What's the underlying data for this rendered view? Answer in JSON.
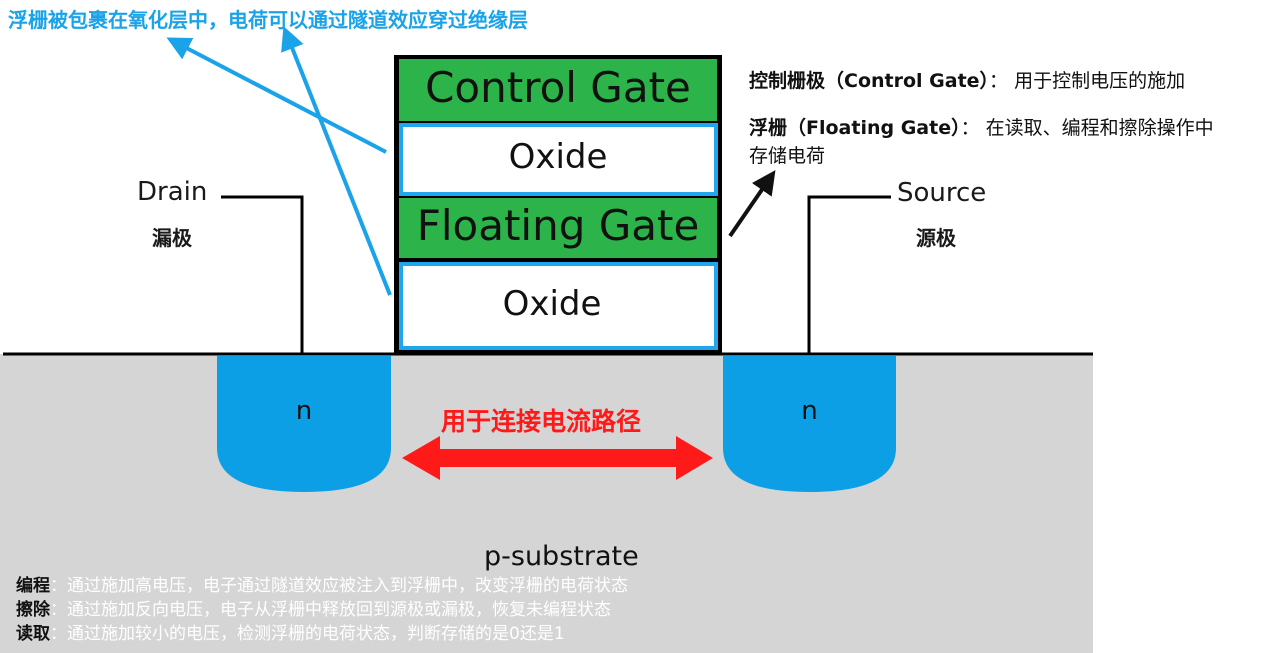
{
  "title": "浮栅被包裹在氧化层中，电荷可以通过隧道效应穿过绝缘层",
  "layers": {
    "control_gate": "Control Gate",
    "oxide_top": "Oxide",
    "floating_gate": "Floating Gate",
    "oxide_bottom": "Oxide"
  },
  "terminals": {
    "drain": {
      "en": "Drain",
      "cn": "漏极"
    },
    "source": {
      "en": "Source",
      "cn": "源极"
    }
  },
  "regions": {
    "n_left": "n",
    "n_right": "n",
    "substrate": "p-substrate",
    "channel": "用于连接电流路径"
  },
  "annotations": {
    "control_gate_cn": "控制栅极（Control Gate）",
    "control_gate_sep": "：",
    "control_gate_desc": "用于控制电压的施加",
    "floating_gate_cn": "浮栅（Floating Gate）",
    "floating_gate_sep": "：",
    "floating_gate_desc_1": "在读取、编程和擦除操作中",
    "floating_gate_desc_2": "存储电荷"
  },
  "notes": [
    {
      "label": "编程",
      "sep": "：",
      "text": "通过施加高电压，电子通过隧道效应被注入到浮栅中，改变浮栅的电荷状态"
    },
    {
      "label": "擦除",
      "sep": "：",
      "text": "通过施加反向电压，电子从浮栅中释放回到源极或漏极，恢复未编程状态"
    },
    {
      "label": "读取",
      "sep": "：",
      "text": "通过施加较小的电压，检测浮栅的电荷状态，判断存储的是0还是1"
    }
  ],
  "colors": {
    "gate_green": "#2cb34a",
    "oxide_border": "#1ea7ef",
    "n_region": "#0d9fe6",
    "substrate": "#d5d5d5",
    "arrow_blue": "#1aa3e8",
    "arrow_red": "#ff1a1a"
  }
}
